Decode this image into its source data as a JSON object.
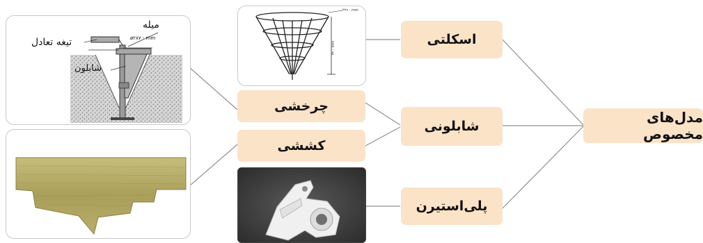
{
  "root": "مدل‌های مخصوص",
  "level1": [
    "اسکلتی",
    "شابلونی",
    "پلی‌استیرن"
  ],
  "level2": [
    "چرخشی",
    "کششی"
  ],
  "figure_labels": {
    "rod": "میله",
    "balance_blade": "تیغه تعادل",
    "template": "شابلون",
    "dimension": "ø۲۸۷ - mm"
  },
  "colors": {
    "node_fill": "#fbe3c8",
    "line": "#8a8a8a",
    "card_border": "#c9c9c9"
  }
}
